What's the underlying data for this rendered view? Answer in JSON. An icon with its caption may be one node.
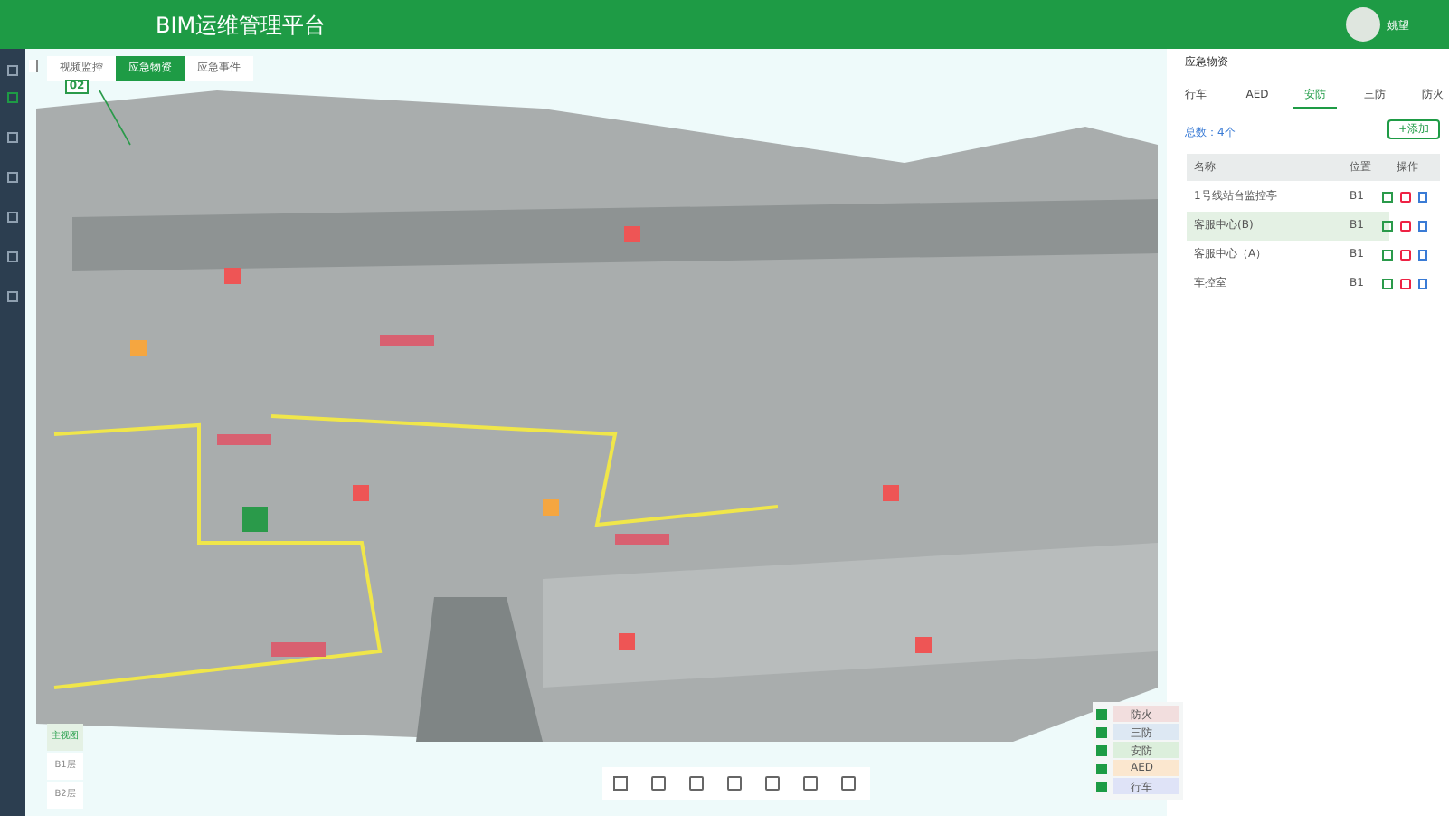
{
  "diagram": {
    "title": "BIM运维管理平台",
    "labels": [
      "姚望",
      "视频监控",
      "应急物资",
      "应急事件",
      "02",
      "应急物资",
      "行车",
      "AED",
      "安防",
      "三防",
      "防火",
      "总数：4个",
      "+添加",
      "名称",
      "位置",
      "操作",
      "1号线站台监控亭",
      "B1",
      "客服中心(B)",
      "B1",
      "客服中心（A）",
      "B1",
      "车控室",
      "B1",
      "主视图",
      "B1层",
      "B2层"
    ],
    "legend": [
      {
        "text": "防火",
        "color": "#f2dede"
      },
      {
        "text": "三防",
        "color": "#dde8f3"
      },
      {
        "text": "安防",
        "color": "#dcefdc"
      },
      {
        "text": "AED",
        "color": "#fbe7cf"
      },
      {
        "text": "行车",
        "color": "#dfe3f7"
      }
    ]
  }
}
